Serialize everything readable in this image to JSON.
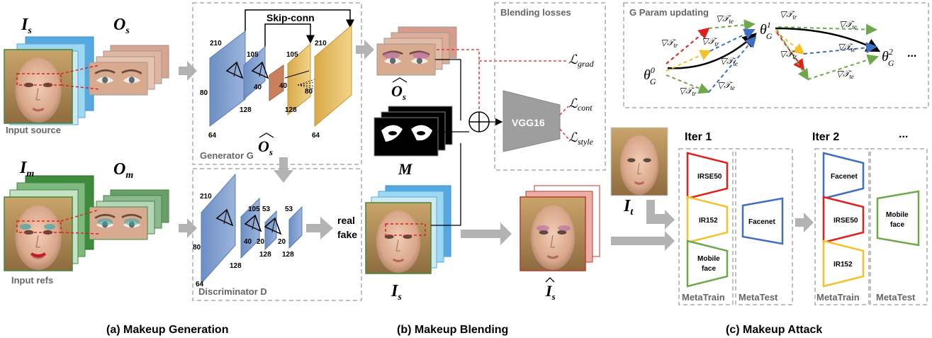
{
  "panel_a": {
    "caption": "(a) Makeup Generation",
    "input_source_label": "Input source",
    "input_refs_label": "Input refs",
    "sym_is": "I",
    "sym_is_sub": "s",
    "sym_os": "O",
    "sym_os_sub": "s",
    "sym_im": "I",
    "sym_im_sub": "m",
    "sym_om": "O",
    "sym_om_sub": "m",
    "sym_os_hat": "O",
    "sym_os_hat_sub": "s",
    "generator_label": "Generator G",
    "skip_conn_label": "Skip-conn",
    "discriminator_label": "Discriminator D",
    "real_label": "real",
    "fake_label": "fake",
    "gen_dims": [
      "210",
      "80",
      "64",
      "105",
      "40",
      "128",
      "40",
      "105",
      "80",
      "128",
      "210",
      "64"
    ],
    "disc_dims": [
      "210",
      "80",
      "64",
      "105",
      "40",
      "128",
      "53",
      "20",
      "128",
      "20",
      "53",
      "128"
    ]
  },
  "panel_b": {
    "caption": "(b) Makeup Blending",
    "blending_losses_label": "Blending losses",
    "loss_grad": "ℒ",
    "loss_grad_sub": "grad",
    "loss_cont": "ℒ",
    "loss_cont_sub": "cont",
    "loss_style": "ℒ",
    "loss_style_sub": "style",
    "vgg_label": "VGG16",
    "sym_os_hat": "O",
    "sym_os_hat_sub": "s",
    "sym_m": "M",
    "sym_is": "I",
    "sym_is_sub": "s",
    "sym_is_hat": "I",
    "sym_is_hat_sub": "s"
  },
  "panel_c": {
    "caption": "(c) Makeup Attack",
    "g_param_label": "G Param updating",
    "theta": "θ",
    "theta0_sup": "0",
    "theta1_sup": "1",
    "theta2_sup": "2",
    "theta_sub": "G",
    "ellipsis": "...",
    "grad_tr": "▽𝒯",
    "grad_tr_sub": "tr",
    "grad_te": "▽𝒯",
    "grad_te_sub": "te",
    "sym_it": "I",
    "sym_it_sub": "t",
    "iter1_label": "Iter 1",
    "iter2_label": "Iter 2",
    "iter_more": "...",
    "metatrain_label": "MetaTrain",
    "metatest_label": "MetaTest",
    "iter1_models": [
      "IRSE50",
      "IR152",
      "Mobile",
      "face"
    ],
    "iter1_test_model": "Facenet",
    "iter2_models": [
      "Facenet",
      "IRSE50",
      "IR152"
    ],
    "iter2_test_model": [
      "Mobile",
      "face"
    ],
    "colors": {
      "red": "#e0201b",
      "yellow": "#f5c12a",
      "blue": "#3f6fc0",
      "green": "#6fa84a"
    }
  }
}
